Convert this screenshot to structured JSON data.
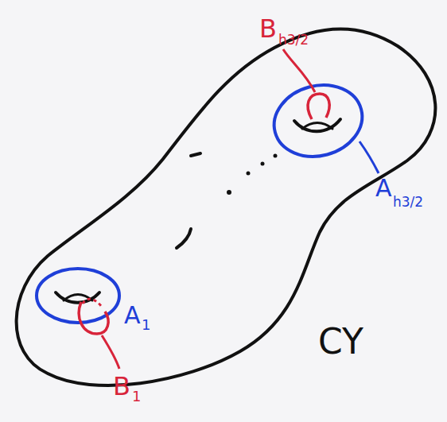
{
  "diagram": {
    "labels": [
      "B",
      "h3/2",
      "A",
      "h3/2",
      "A",
      "1",
      "B",
      "1",
      "CY"
    ]
  }
}
